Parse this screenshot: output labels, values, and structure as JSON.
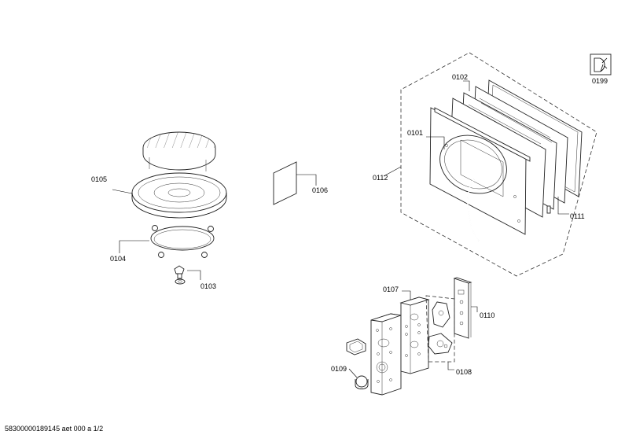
{
  "footer": {
    "document_id": "58300000189145 aet 000 a 1/2"
  },
  "parts": {
    "p0101": "0101",
    "p0102": "0102",
    "p0103": "0103",
    "p0104": "0104",
    "p0105": "0105",
    "p0106": "0106",
    "p0107": "0107",
    "p0108": "0108",
    "p0109": "0109",
    "p0110": "0110",
    "p0111": "0111",
    "p0112": "0112",
    "p0199": "0199"
  },
  "icons": {
    "tool": "service-tool-icon"
  }
}
